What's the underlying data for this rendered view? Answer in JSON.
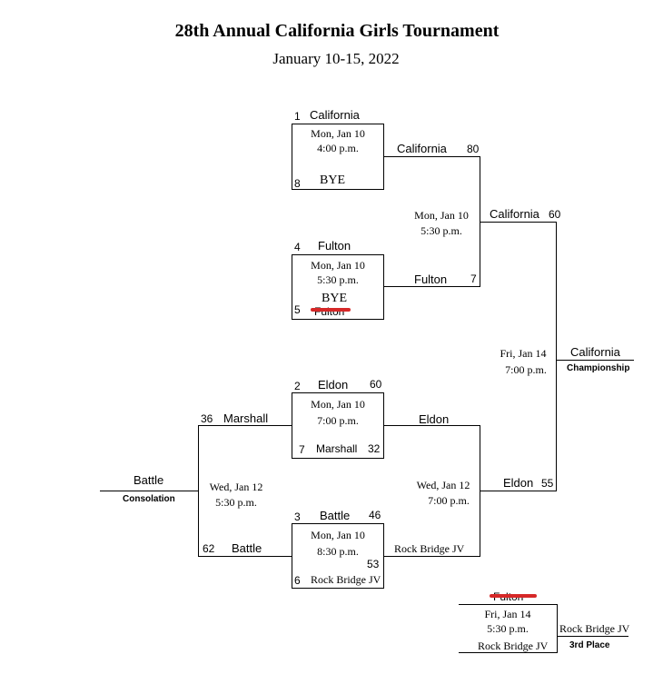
{
  "header": {
    "title": "28th Annual California Girls Tournament",
    "subtitle": "January 10-15, 2022"
  },
  "games": {
    "g1": {
      "seed_top": "1",
      "team_top": "California",
      "date": "Mon, Jan 10",
      "time": "4:00 p.m.",
      "seed_bottom": "8",
      "team_bottom": "BYE"
    },
    "g2": {
      "seed_top": "4",
      "team_top": "Fulton",
      "date": "Mon, Jan 10",
      "time": "5:30 p.m.",
      "seed_bottom": "5",
      "team_bottom": "BYE",
      "struck_text": "Fulton"
    },
    "g3": {
      "seed_top": "2",
      "team_top": "Eldon",
      "score_top": "60",
      "date": "Mon, Jan 10",
      "time": "7:00 p.m.",
      "seed_bottom": "7",
      "team_bottom": "Marshall",
      "score_bottom": "32"
    },
    "g4": {
      "seed_top": "3",
      "team_top": "Battle",
      "score_top": "46",
      "date": "Mon, Jan 10",
      "time": "8:30 p.m.",
      "seed_bottom": "6",
      "team_bottom": "Rock Bridge JV",
      "score_bottom": "53"
    }
  },
  "semis": {
    "upper": {
      "team_top": "California",
      "score_top": "80",
      "date": "Mon, Jan 10",
      "time": "5:30 p.m.",
      "team_bottom": "Fulton",
      "score_bottom": "7"
    },
    "lower": {
      "team_top": "Eldon",
      "date": "Wed, Jan 12",
      "time": "7:00 p.m.",
      "team_bottom": "Rock Bridge JV"
    }
  },
  "final": {
    "team_top": "California",
    "score_top": "60",
    "date": "Fri, Jan 14",
    "time": "7:00 p.m.",
    "team_bottom": "Eldon",
    "score_bottom": "55",
    "winner": "California",
    "label": "Championship"
  },
  "consolation": {
    "team_top": "Marshall",
    "score_top": "36",
    "date": "Wed, Jan 12",
    "time": "5:30 p.m.",
    "team_bottom": "Battle",
    "score_bottom": "62",
    "winner": "Battle",
    "label": "Consolation"
  },
  "third_place": {
    "struck_text": "Fulton",
    "date": "Fri, Jan 14",
    "time": "5:30 p.m.",
    "team_bottom": "Rock Bridge JV",
    "winner": "Rock Bridge JV",
    "label": "3rd Place"
  },
  "colors": {
    "line": "#000000",
    "strike": "#d62828"
  }
}
